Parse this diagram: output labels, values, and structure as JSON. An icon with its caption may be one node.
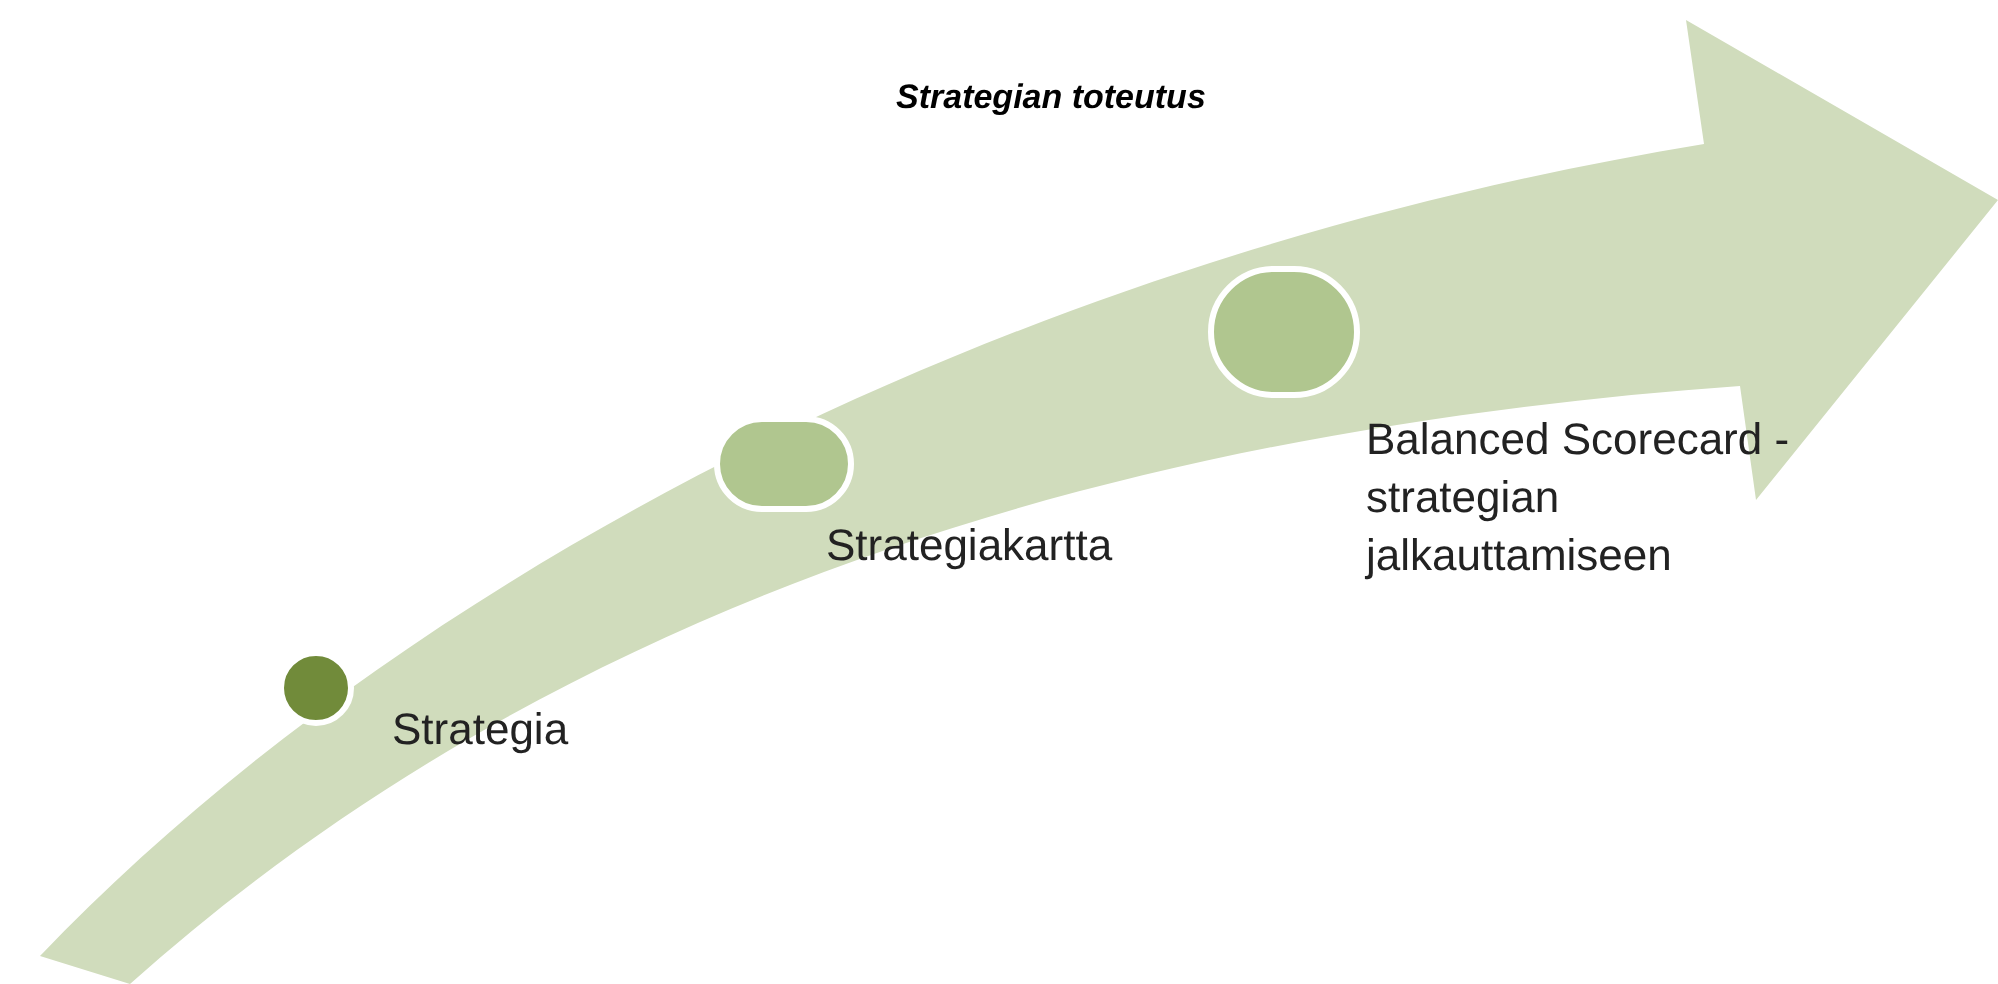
{
  "diagram": {
    "title": "Strategian toteutus",
    "nodes": [
      {
        "text": [],
        "shape": "circle",
        "beside": [
          "Strategia"
        ]
      },
      {
        "text": [],
        "shape": "circle",
        "beside": [
          "Strategiakartta"
        ]
      },
      {
        "text": [],
        "shape": "circle",
        "beside": [
          "Balanced Scorecard - strategian jalkauttamiseen"
        ]
      }
    ]
  }
}
